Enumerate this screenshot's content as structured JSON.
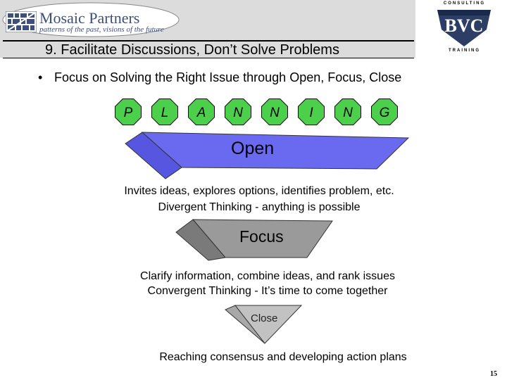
{
  "header": {
    "logo_title": "Mosaic Partners",
    "logo_tagline": "patterns of the past, visions of the future",
    "page_title": "9.  Facilitate Discussions, Don’t Solve Problems",
    "brand_top": "CONSULTING",
    "brand_letters": "BVC",
    "brand_bottom": "TRAINING"
  },
  "bullet": {
    "symbol": "•",
    "text": "Focus on Solving the Right Issue through Open, Focus, Close"
  },
  "planning_letters": [
    "P",
    "L",
    "A",
    "N",
    "N",
    "I",
    "N",
    "G"
  ],
  "stages": {
    "open": {
      "label": "Open",
      "desc_1": "Invites ideas, explores options, identifies problem, etc.",
      "desc_2": "Divergent Thinking - anything is possible"
    },
    "focus": {
      "label": "Focus",
      "desc_1": "Clarify information, combine ideas, and rank issues",
      "desc_2": "Convergent Thinking - It’s time to come together"
    },
    "close": {
      "label": "Close",
      "desc": "Reaching consensus and developing action plans"
    }
  },
  "page_number": "15",
  "colors": {
    "open_fill": "#6a6af0",
    "open_front": "#7b7bff",
    "focus_fill": "#8c8c8c",
    "focus_front": "#9a9a9a",
    "close_fill": "#bdbdbd",
    "letter_fill": "#4cd04c",
    "header_gray": "#dcdcdc",
    "logo_blue": "#3d4f7a"
  }
}
